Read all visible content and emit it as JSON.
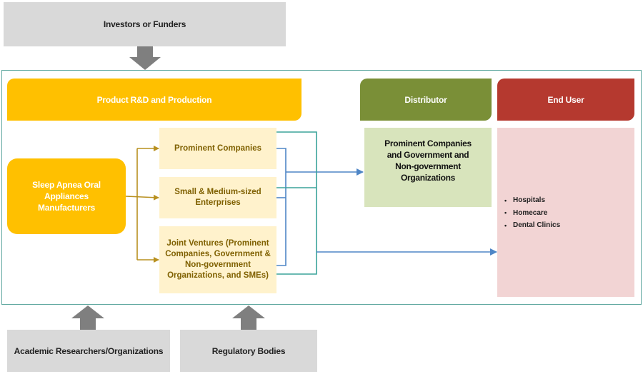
{
  "top": {
    "investors_label": "Investors or Funders"
  },
  "main": {
    "rd_header": "Product R&D and Production",
    "distributor_header": "Distributor",
    "end_user_header": "End User",
    "manufacturers": "Sleep Apnea Oral Appliances Manufacturers",
    "categories": [
      {
        "label": "Prominent Companies"
      },
      {
        "label": "Small & Medium-sized Enterprises"
      },
      {
        "label": "Joint Ventures (Prominent Companies, Government & Non-government Organizations, and SMEs)"
      }
    ],
    "distributor_body": "Prominent Companies and Government and Non-government Organizations",
    "end_users": [
      {
        "label": "Hospitals"
      },
      {
        "label": "Homecare"
      },
      {
        "label": "Dental Clinics"
      }
    ]
  },
  "bottom": {
    "academic_label": "Academic Researchers/Organizations",
    "regulatory_label": "Regulatory Bodies"
  },
  "colors": {
    "rd": "#ffc000",
    "distributor": "#7a8f37",
    "end_user": "#b5392f",
    "category_fill": "#fff2cc",
    "distributor_fill": "#d8e4bc",
    "end_user_fill": "#f2d4d4",
    "border": "#5fa8a0",
    "arrow_gray": "#7f7f7f"
  }
}
